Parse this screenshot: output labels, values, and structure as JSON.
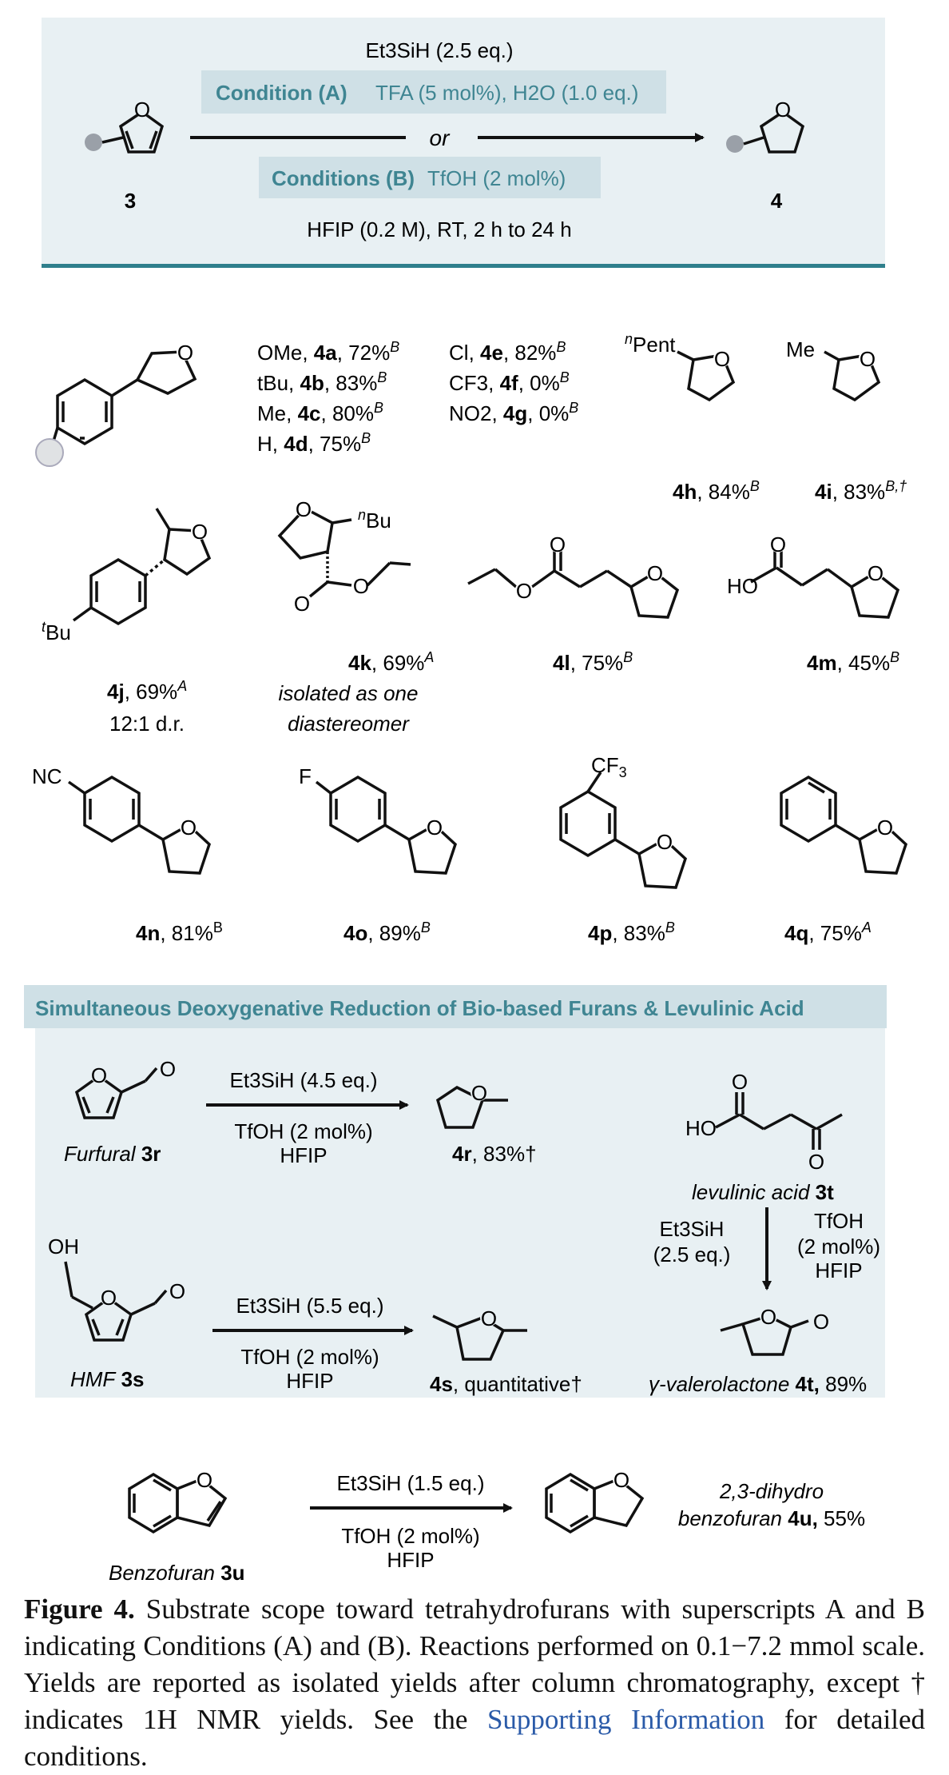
{
  "header": {
    "reagent": "Et3SiH (2.5 eq.)",
    "condA_label": "Condition (A)",
    "condA_text": "TFA (5 mol%),  H2O (1.0 eq.)",
    "or_text": "or",
    "condB_label": "Conditions (B)",
    "condB_text": "TfOH (2 mol%)",
    "solvent": "HFIP (0.2 M), RT, 2 h to 24 h",
    "sm_label": "3",
    "prod_label": "4"
  },
  "compounds": {
    "aryl_list": [
      {
        "sub": "OMe",
        "id": "4a",
        "yield": "72%",
        "cond": "B"
      },
      {
        "sub": "tBu",
        "id": "4b",
        "yield": "83%",
        "cond": "B"
      },
      {
        "sub": "Me",
        "id": "4c",
        "yield": "80%",
        "cond": "B"
      },
      {
        "sub": "H",
        "id": "4d",
        "yield": "75%",
        "cond": "B"
      },
      {
        "sub": "Cl",
        "id": "4e",
        "yield": "82%",
        "cond": "B"
      },
      {
        "sub": "CF3",
        "id": "4f",
        "yield": "0%",
        "cond": "B"
      },
      {
        "sub": "NO2",
        "id": "4g",
        "yield": "0%",
        "cond": "B"
      }
    ],
    "h": {
      "id": "4h",
      "yield": "84%",
      "cond": "B",
      "group": "Pent"
    },
    "i": {
      "id": "4i",
      "yield": "83%",
      "cond": "B,†",
      "group": "Me"
    },
    "j": {
      "id": "4j",
      "yield": "69%",
      "cond": "A",
      "note": "12:1 d.r.",
      "group": "Bu"
    },
    "k": {
      "id": "4k",
      "yield": "69%",
      "cond": "A",
      "note1": "isolated as one",
      "note2": "diastereomer",
      "group": "Bu"
    },
    "l": {
      "id": "4l",
      "yield": "75%",
      "cond": "B"
    },
    "m": {
      "id": "4m",
      "yield": "45%",
      "cond": "B",
      "group": "HO"
    },
    "n": {
      "id": "4n",
      "yield": "81%",
      "cond": "B",
      "group": "NC"
    },
    "o": {
      "id": "4o",
      "yield": "89%",
      "cond": "B",
      "group": "F"
    },
    "p": {
      "id": "4p",
      "yield": "83%",
      "cond": "B",
      "group": "CF3"
    },
    "q": {
      "id": "4q",
      "yield": "75%",
      "cond": "A"
    }
  },
  "biobased": {
    "title": "Simultaneous Deoxygenative Reduction of Bio-based Furans & Levulinic Acid",
    "furfural": {
      "name": "Furfural",
      "id": "3r",
      "reagent": "Et3SiH (4.5 eq.)",
      "cat": "TfOH (2 mol%)",
      "solv": "HFIP",
      "prod_id": "4r",
      "yield": "83%†"
    },
    "hmf": {
      "name": "HMF",
      "id": "3s",
      "group": "OH",
      "reagent": "Et3SiH (5.5 eq.)",
      "cat": "TfOH (2 mol%)",
      "solv": "HFIP",
      "prod_id": "4s",
      "yield": "quantitative†"
    },
    "lev": {
      "name": "levulinic acid",
      "id": "3t",
      "group": "HO",
      "reagent1": "Et3SiH",
      "reagent2": "(2.5 eq.)",
      "cat1": "TfOH",
      "cat2": "(2 mol%)",
      "cat3": "HFIP",
      "prod_name": "γ-valerolactone",
      "prod_id": "4t,",
      "yield": "89%"
    }
  },
  "benzofuran": {
    "name": "Benzofuran",
    "id": "3u",
    "reagent": "Et3SiH (1.5 eq.)",
    "cat": "TfOH (2 mol%)",
    "solv": "HFIP",
    "prod_name1": "2,3-dihydro",
    "prod_name2": "benzofuran",
    "prod_id": "4u,",
    "yield": "55%"
  },
  "caption": {
    "fig": "Figure 4.",
    "text": " Substrate scope toward tetrahydrofurans with superscripts A and B indicating Conditions (A) and (B). Reactions performed on 0.1−7.2 mmol scale. Yields are reported as isolated yields after column chromatography, except † indicates 1H NMR yields. See the ",
    "link": "Supporting Information",
    "tail": " for detailed conditions."
  },
  "colors": {
    "panel": "#e8f0f3",
    "teal": "#2f7f8c",
    "label_bg": "#cfe0e6",
    "label_text": "#3f8592",
    "grey_atom": "#9aa0a8"
  }
}
